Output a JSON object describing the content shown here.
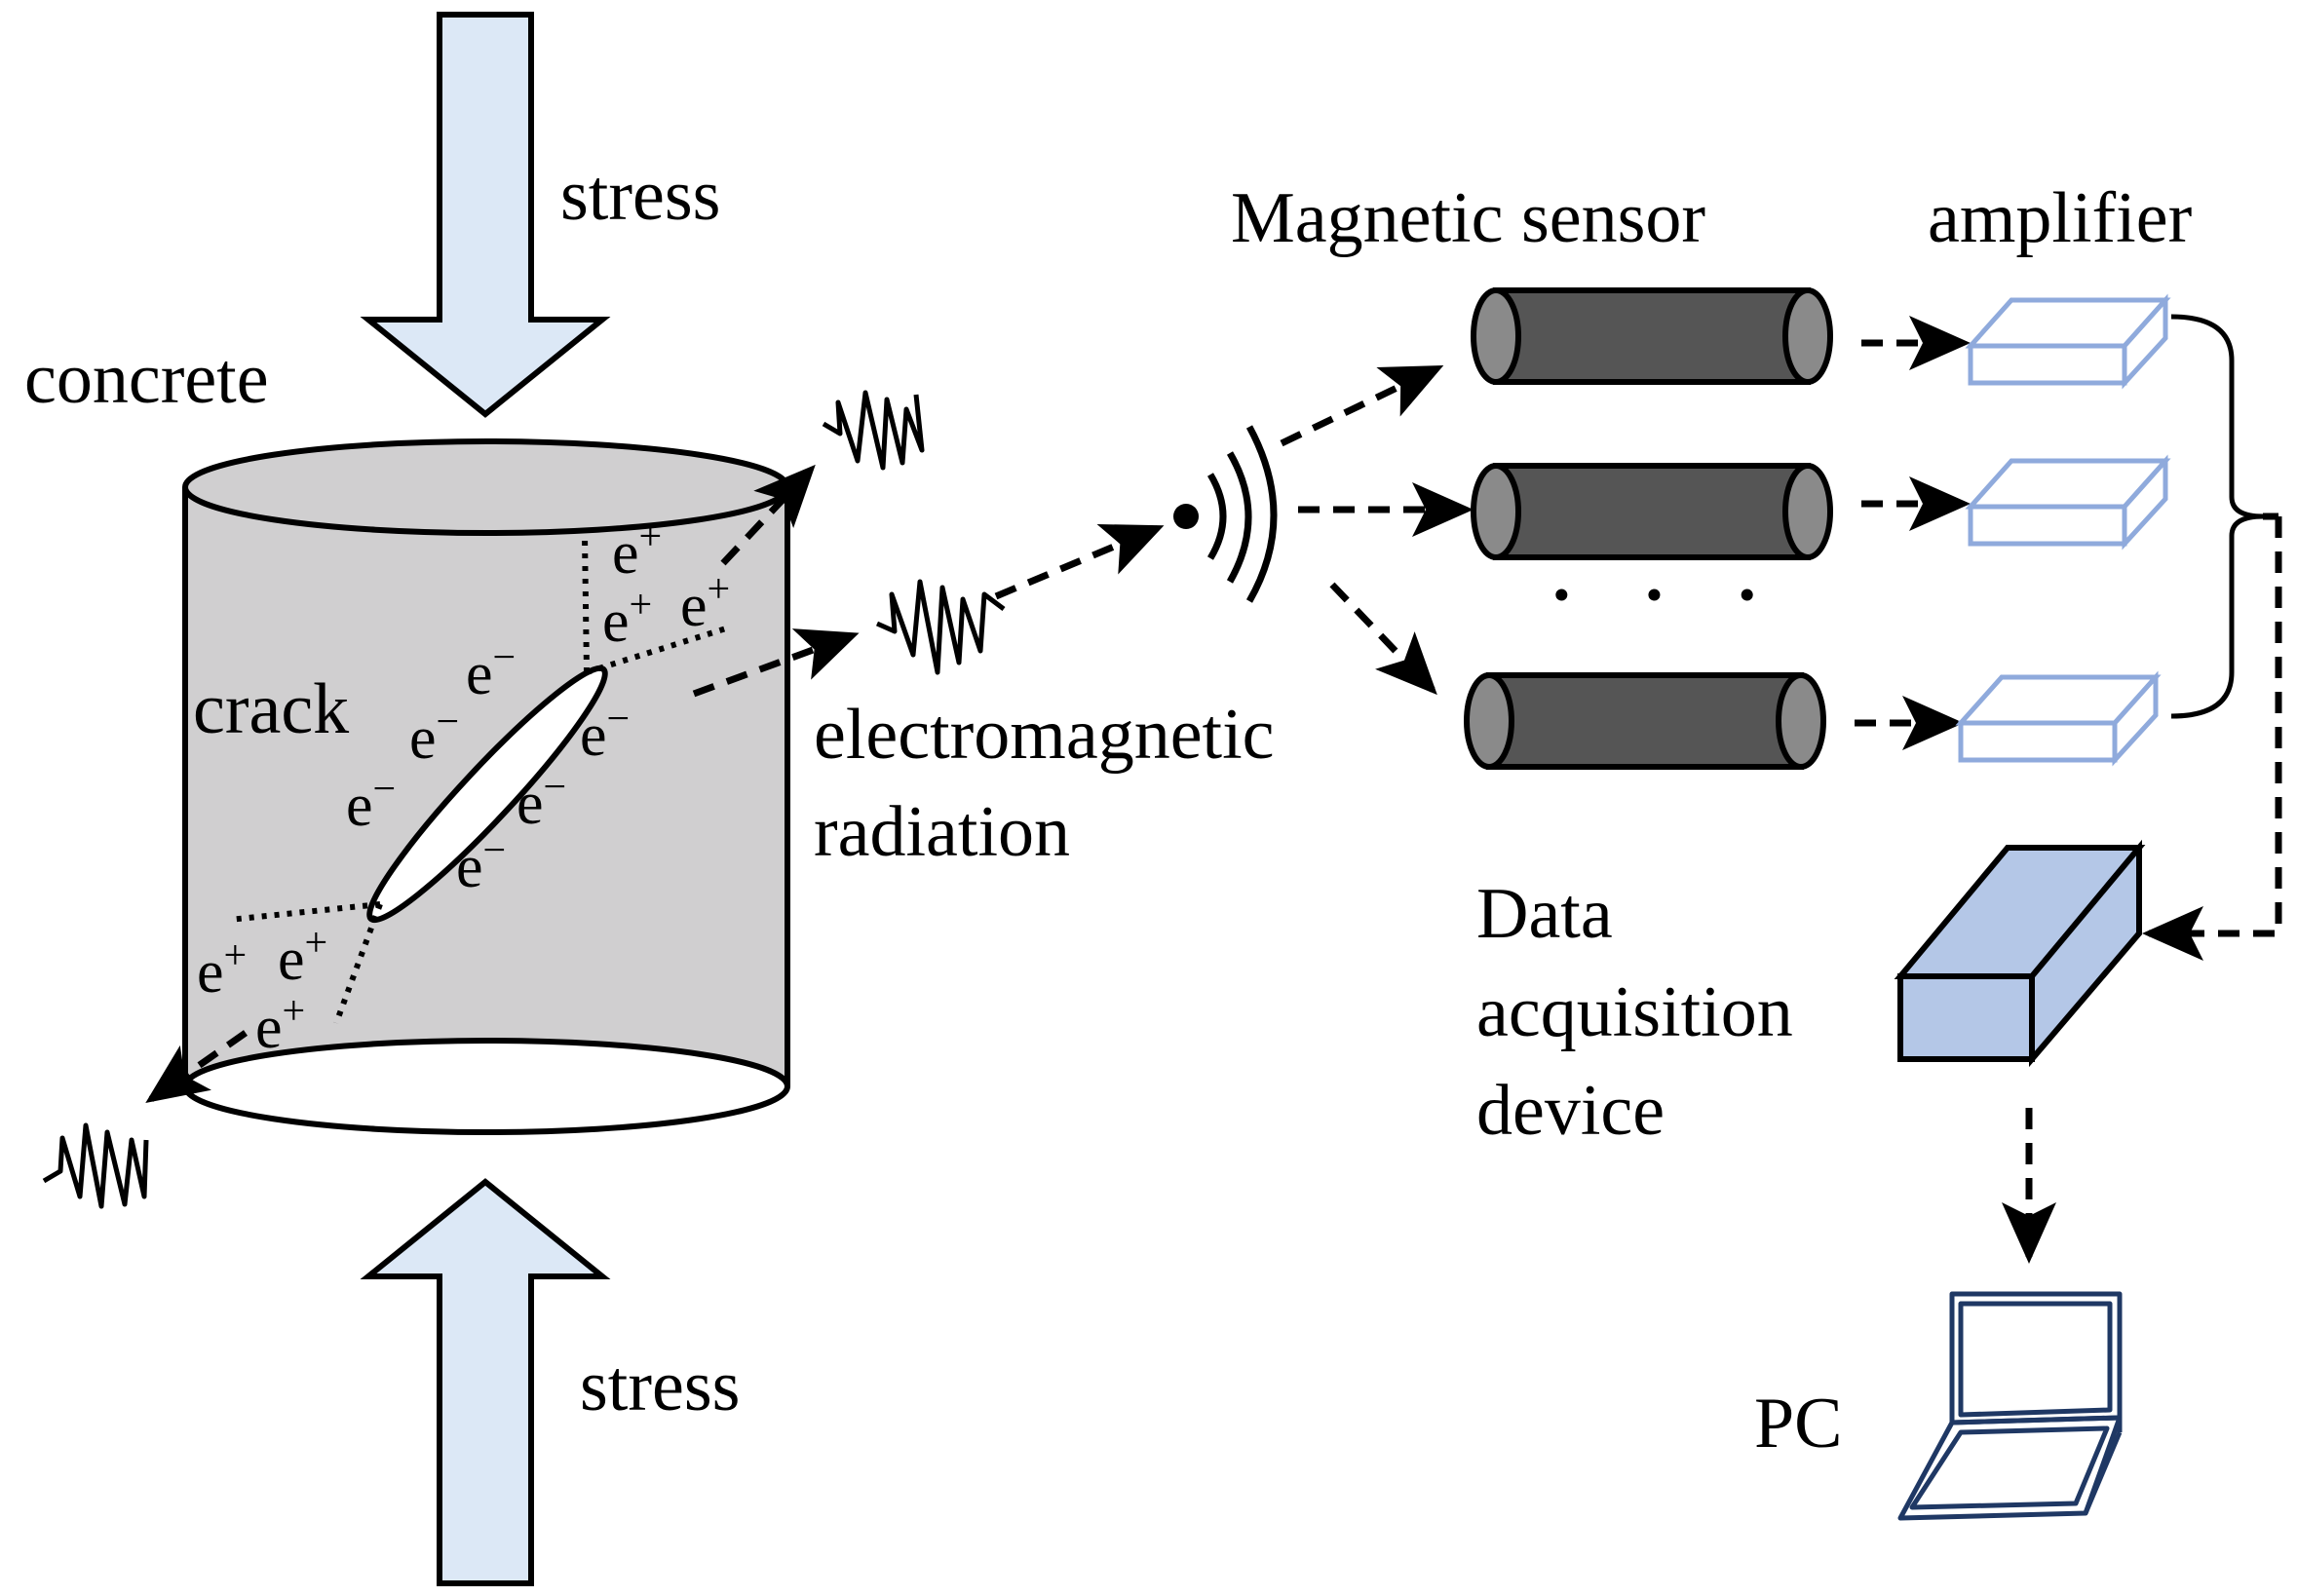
{
  "labels": {
    "stress_top": "stress",
    "stress_bottom": "stress",
    "concrete": "concrete",
    "crack": "crack",
    "radiation_line1": "electromagnetic",
    "radiation_line2": "radiation",
    "magnetic_sensor": "Magnetic sensor",
    "amplifier": "amplifier",
    "daq_line1": "Data",
    "daq_line2": "acquisition",
    "daq_line3": "device",
    "pc": "PC",
    "ellipsis": "· · ·"
  },
  "charges": {
    "base": "e",
    "plus": "+",
    "minus": "−"
  },
  "colors": {
    "stress_arrow_fill": "#dce8f6",
    "concrete_fill": "#d0cfd0",
    "sensor_body": "#555555",
    "sensor_cap": "#8a8a8a",
    "amplifier_stroke": "#8faadc",
    "daq_fill": "#b4c7e7",
    "pc_stroke": "#1f3864"
  }
}
